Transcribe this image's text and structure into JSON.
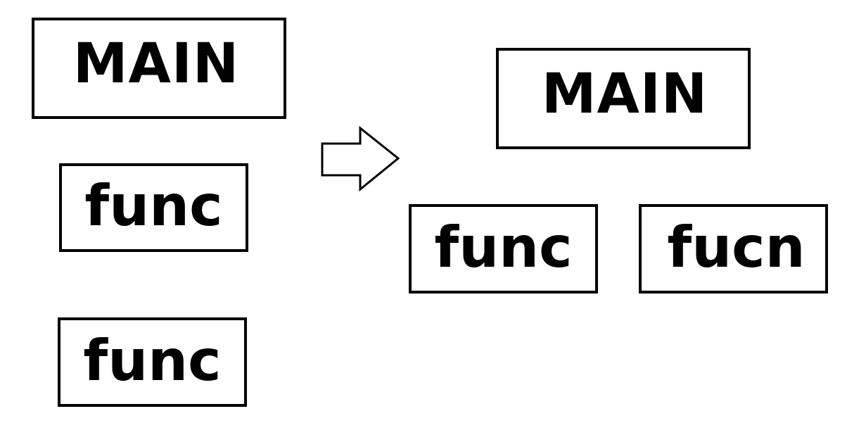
{
  "before": {
    "main_label": "MAIN",
    "func_labels": [
      "func",
      "func"
    ]
  },
  "after": {
    "main_label": "MAIN",
    "func_labels": [
      "func",
      "fucn"
    ]
  },
  "transition_icon": "right-arrow-outline-icon",
  "colors": {
    "stroke": "#000000",
    "background": "#ffffff",
    "text": "#000000"
  }
}
